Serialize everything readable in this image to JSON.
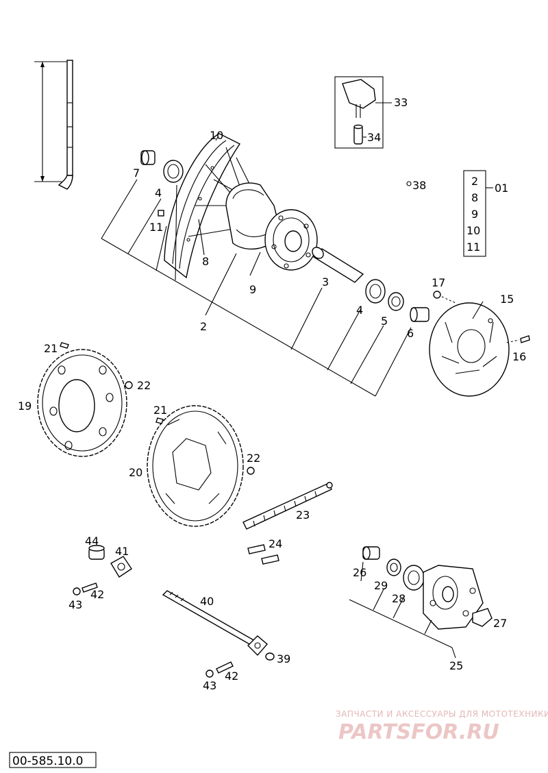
{
  "diagram": {
    "code": "00-585.10.0",
    "watermark": {
      "tagline": "ЗАПЧАСТИ И АКСЕССУАРЫ ДЛЯ МОТОТЕХНИКИ",
      "brand": "PARTSFOR.RU"
    },
    "group": {
      "label": "01",
      "members": [
        "2",
        "8",
        "9",
        "10",
        "11"
      ]
    },
    "labels": {
      "p1": "2",
      "p2": "3",
      "p3": "4",
      "p4": "4",
      "p5": "5",
      "p6": "6",
      "p7": "7",
      "p8": "8",
      "p9": "9",
      "p10": "10",
      "p11": "11",
      "p15": "15",
      "p16": "16",
      "p17": "17",
      "p19": "19",
      "p20": "20",
      "p21a": "21",
      "p21b": "21",
      "p22a": "22",
      "p22b": "22",
      "p23": "23",
      "p24": "24",
      "p25": "25",
      "p26": "26",
      "p27": "27",
      "p28": "28",
      "p29": "29",
      "p33": "33",
      "p34": "34",
      "p38": "38",
      "p39": "39",
      "p40": "40",
      "p41": "41",
      "p42a": "42",
      "p42b": "42",
      "p43a": "43",
      "p43b": "43",
      "p44": "44"
    }
  }
}
